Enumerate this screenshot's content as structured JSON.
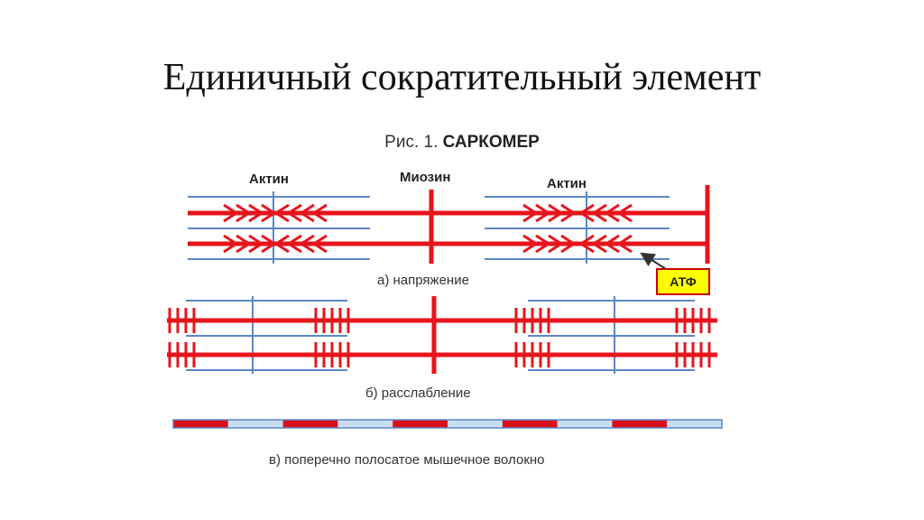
{
  "slide": {
    "title": "Единичный сократительный элемент"
  },
  "figure": {
    "caption_prefix": "Рис. 1. ",
    "caption_main": "САРКОМЕР",
    "label_actin_left": "Актин",
    "label_myosin": "Миозин",
    "label_actin_right": "Актин",
    "atp_label": "АТФ",
    "caption_a": "а) напряжение",
    "caption_b": "б) расслабление",
    "caption_c": "в) поперечно полосатое мышечное волокно"
  },
  "colors": {
    "myosin_red": "#e8141c",
    "actin_blue": "#5b87c8",
    "band_dark": "#d8101a",
    "band_light": "#c9dcf0",
    "atp_fill": "#ffff00"
  },
  "fiber_bands": [
    "dark",
    "light",
    "dark",
    "light",
    "dark",
    "light",
    "dark",
    "light",
    "dark",
    "light"
  ]
}
